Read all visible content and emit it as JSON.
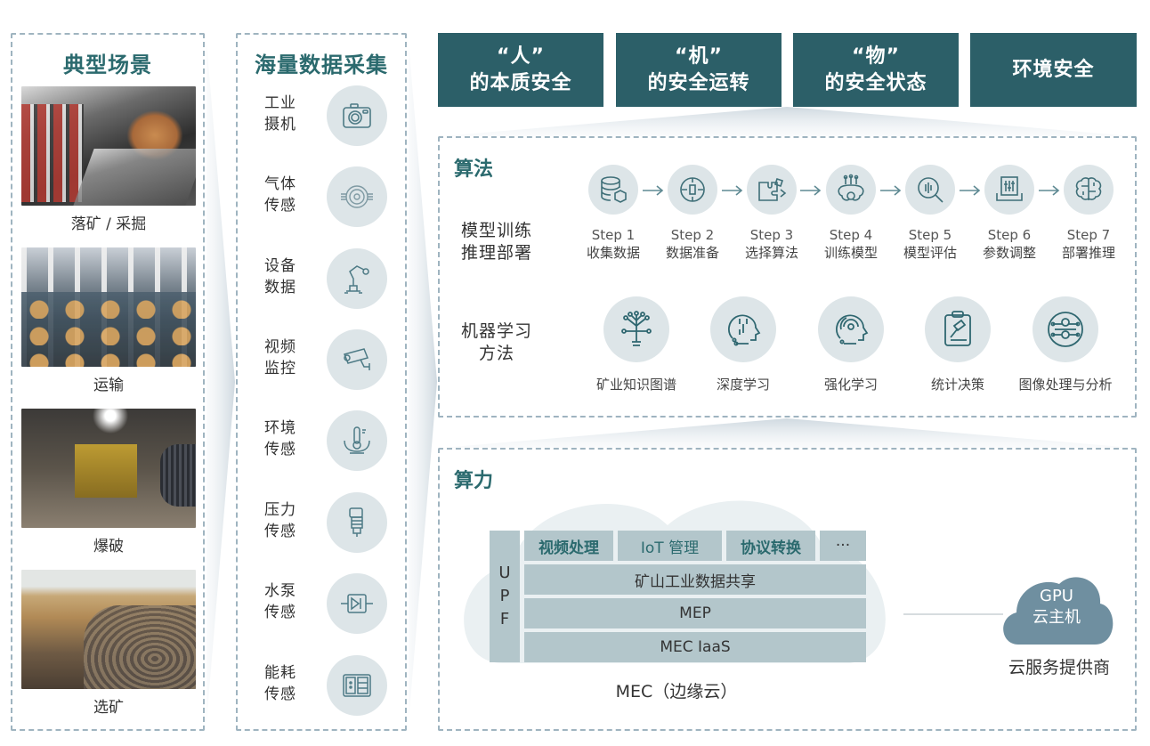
{
  "scenes": {
    "title": "典型场景",
    "items": [
      {
        "label": "落矿 / 采掘",
        "photo": "mining-tunnel-photo"
      },
      {
        "label": "运输",
        "photo": "ore-transport-photo"
      },
      {
        "label": "爆破",
        "photo": "blasting-tunnel-photo"
      },
      {
        "label": "选矿",
        "photo": "open-pit-photo"
      }
    ]
  },
  "data_collection": {
    "title": "海量数据采集",
    "items": [
      {
        "line1": "工业",
        "line2": "摄机",
        "icon": "camera-icon"
      },
      {
        "line1": "气体",
        "line2": "传感",
        "icon": "gas-sensor-icon"
      },
      {
        "line1": "设备",
        "line2": "数据",
        "icon": "robot-arm-icon"
      },
      {
        "line1": "视频",
        "line2": "监控",
        "icon": "cctv-camera-icon"
      },
      {
        "line1": "环境",
        "line2": "传感",
        "icon": "thermometer-icon"
      },
      {
        "line1": "压力",
        "line2": "传感",
        "icon": "pressure-sensor-icon"
      },
      {
        "line1": "水泵",
        "line2": "传感",
        "icon": "water-pump-icon"
      },
      {
        "line1": "能耗",
        "line2": "传感",
        "icon": "energy-meter-icon"
      }
    ]
  },
  "categories": [
    {
      "line1": "“人”",
      "line2": "的本质安全"
    },
    {
      "line1": "“机”",
      "line2": "的安全运转"
    },
    {
      "line1": "“物”",
      "line2": "的安全状态"
    },
    {
      "line1": "环境安全",
      "line2": ""
    }
  ],
  "algorithm": {
    "title": "算法",
    "training_label_1": "模型训练",
    "training_label_2": "推理部署",
    "steps": [
      {
        "num": "Step 1",
        "name": "收集数据",
        "icon": "database-icon"
      },
      {
        "num": "Step 2",
        "name": "数据准备",
        "icon": "data-prep-icon"
      },
      {
        "num": "Step 3",
        "name": "选择算法",
        "icon": "puzzle-icon"
      },
      {
        "num": "Step 4",
        "name": "训练模型",
        "icon": "brain-gear-icon"
      },
      {
        "num": "Step 5",
        "name": "模型评估",
        "icon": "magnifier-icon"
      },
      {
        "num": "Step 6",
        "name": "参数调整",
        "icon": "sliders-icon"
      },
      {
        "num": "Step 7",
        "name": "部署推理",
        "icon": "circuit-brain-icon"
      }
    ],
    "ml_label_1": "机器学习",
    "ml_label_2": "方法",
    "methods": [
      {
        "name": "矿业知识图谱",
        "icon": "knowledge-bulb-icon"
      },
      {
        "name": "深度学习",
        "icon": "head-circuit-icon"
      },
      {
        "name": "强化学习",
        "icon": "head-target-icon"
      },
      {
        "name": "统计决策",
        "icon": "gavel-clipboard-icon"
      },
      {
        "name": "图像处理与分析",
        "icon": "network-nodes-icon"
      }
    ]
  },
  "compute": {
    "title": "算力",
    "upf": [
      "U",
      "P",
      "F"
    ],
    "apps": [
      "视频处理",
      "IoT 管理",
      "协议转换",
      "···"
    ],
    "layers": [
      "矿山工业数据共享",
      "MEP",
      "MEC IaaS"
    ],
    "mec_label": "MEC（边缘云）",
    "gpu_line1": "GPU",
    "gpu_line2": "云主机",
    "provider_label": "云服务提供商"
  },
  "colors": {
    "teal_dark": "#2c5f68",
    "teal_text": "#2b6a6e",
    "icon_circle": "#dde5e8",
    "cell_fill": "#b3c6cb",
    "gpu_cloud": "#6f8fa0",
    "dash_border": "#9fb4c0"
  }
}
